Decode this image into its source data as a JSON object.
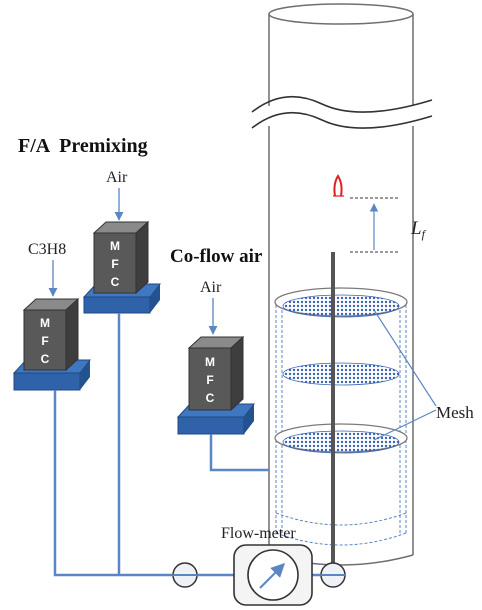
{
  "labels": {
    "premix_title": "F/A  Premixing",
    "coflow_title": "Co-flow air",
    "air_premix": "Air",
    "fuel": "C3H8",
    "air_coflow": "Air",
    "flowmeter": "Flow-meter",
    "mesh": "Mesh",
    "flame_length": "L",
    "flame_length_sub": "f"
  },
  "mfc_letters": [
    "M",
    "F",
    "C"
  ],
  "colors": {
    "line_blue": "#5b86c4",
    "mfc_body": "#595959",
    "mfc_base": "#2f62a8",
    "mesh_dots": "#3a63b0",
    "flame": "#e02020",
    "burner_rod": "#555555"
  }
}
